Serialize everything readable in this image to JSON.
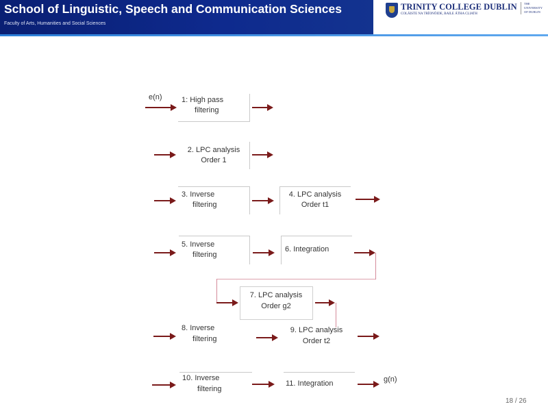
{
  "header": {
    "title": "School of Linguistic, Speech and Communication Sciences",
    "subtitle": "Faculty of Arts, Humanities and Social Sciences"
  },
  "logo": {
    "name": "TRINITY COLLEGE DUBLIN",
    "irish": "COLÁISTE NA TRÍONÓIDE, BAILE ÁTHA CLIATH",
    "university": "THE UNIVERSITY OF DUBLIN"
  },
  "diagram": {
    "input_label": "e(n)",
    "output_label": "g(n)",
    "blocks": [
      [
        "1: High pass",
        "filtering"
      ],
      [
        "2. LPC analysis",
        "Order 1"
      ],
      [
        "3. Inverse",
        "filtering"
      ],
      [
        "4. LPC analysis",
        "Order t1"
      ],
      [
        "5. Inverse",
        "filtering"
      ],
      [
        "6. Integration"
      ],
      [
        "7. LPC analysis",
        "Order g2"
      ],
      [
        "8. Inverse",
        "filtering"
      ],
      [
        "9. LPC analysis",
        "Order t2"
      ],
      [
        "10. Inverse",
        "filtering"
      ],
      [
        "11. Integration"
      ]
    ],
    "arrow_color": "#7a1a1a"
  },
  "footer": {
    "page": "18 / 26"
  }
}
